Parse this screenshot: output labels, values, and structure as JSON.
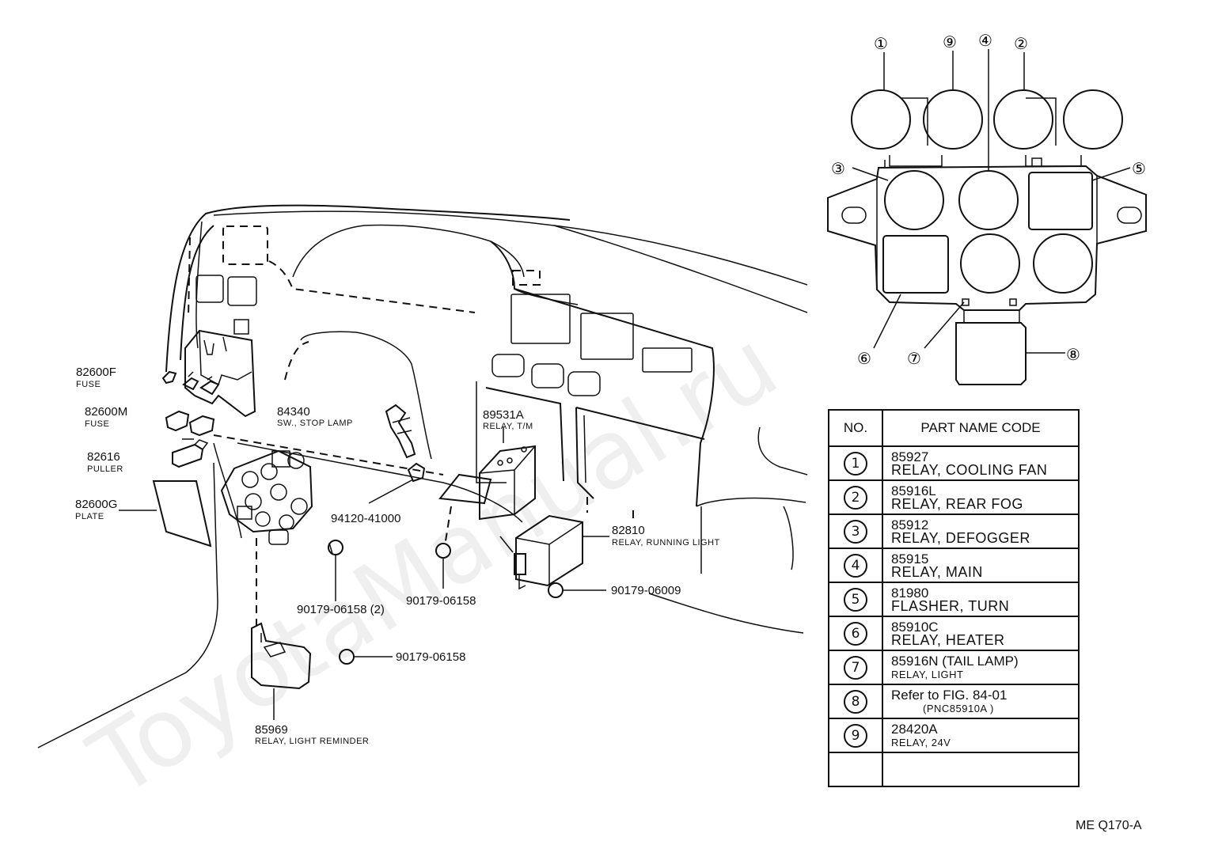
{
  "watermark": "ToyotaManual.ru",
  "callouts": [
    {
      "code": "82600F",
      "name": "FUSE"
    },
    {
      "code": "82600M",
      "name": "FUSE"
    },
    {
      "code": "82616",
      "name": "PULLER"
    },
    {
      "code": "82600G",
      "name": "PLATE"
    },
    {
      "code": "84340",
      "name": "SW., STOP LAMP"
    },
    {
      "code": "89531A",
      "name": "RELAY, T/M"
    },
    {
      "code": "94120-41000",
      "name": ""
    },
    {
      "code": "82810",
      "name": "RELAY, RUNNING LIGHT"
    },
    {
      "code": "90179-06158 (2)",
      "name": ""
    },
    {
      "code": "90179-06158",
      "name": ""
    },
    {
      "code": "90179-06009",
      "name": ""
    },
    {
      "code": "90179-06158",
      "name": ""
    },
    {
      "code": "85969",
      "name": "RELAY, LIGHT REMINDER"
    }
  ],
  "relay_block_numbers": [
    "①",
    "⑨",
    "④",
    "②",
    "③",
    "⑤",
    "⑥",
    "⑦",
    "⑧"
  ],
  "table": {
    "header_no": "NO.",
    "header_name": "PART NAME CODE",
    "rows": [
      {
        "no": "1",
        "code": "85927",
        "name": "RELAY, COOLING FAN"
      },
      {
        "no": "2",
        "code": "85916L",
        "name": "RELAY, REAR FOG"
      },
      {
        "no": "3",
        "code": "85912",
        "name": "RELAY, DEFOGGER"
      },
      {
        "no": "4",
        "code": "85915",
        "name": "RELAY, MAIN"
      },
      {
        "no": "5",
        "code": "81980",
        "name": "FLASHER, TURN"
      },
      {
        "no": "6",
        "code": "85910C",
        "name": "RELAY, HEATER"
      },
      {
        "no": "7",
        "code": "85916N (TAIL LAMP)",
        "name": "RELAY, LIGHT"
      },
      {
        "no": "8",
        "code": "Refer to FIG. 84-01",
        "name": "(PNC85910A )"
      },
      {
        "no": "9",
        "code": "28420A",
        "name": "RELAY, 24V"
      },
      {
        "no": "",
        "code": "",
        "name": ""
      }
    ]
  },
  "footer_code": "ME Q170-A"
}
